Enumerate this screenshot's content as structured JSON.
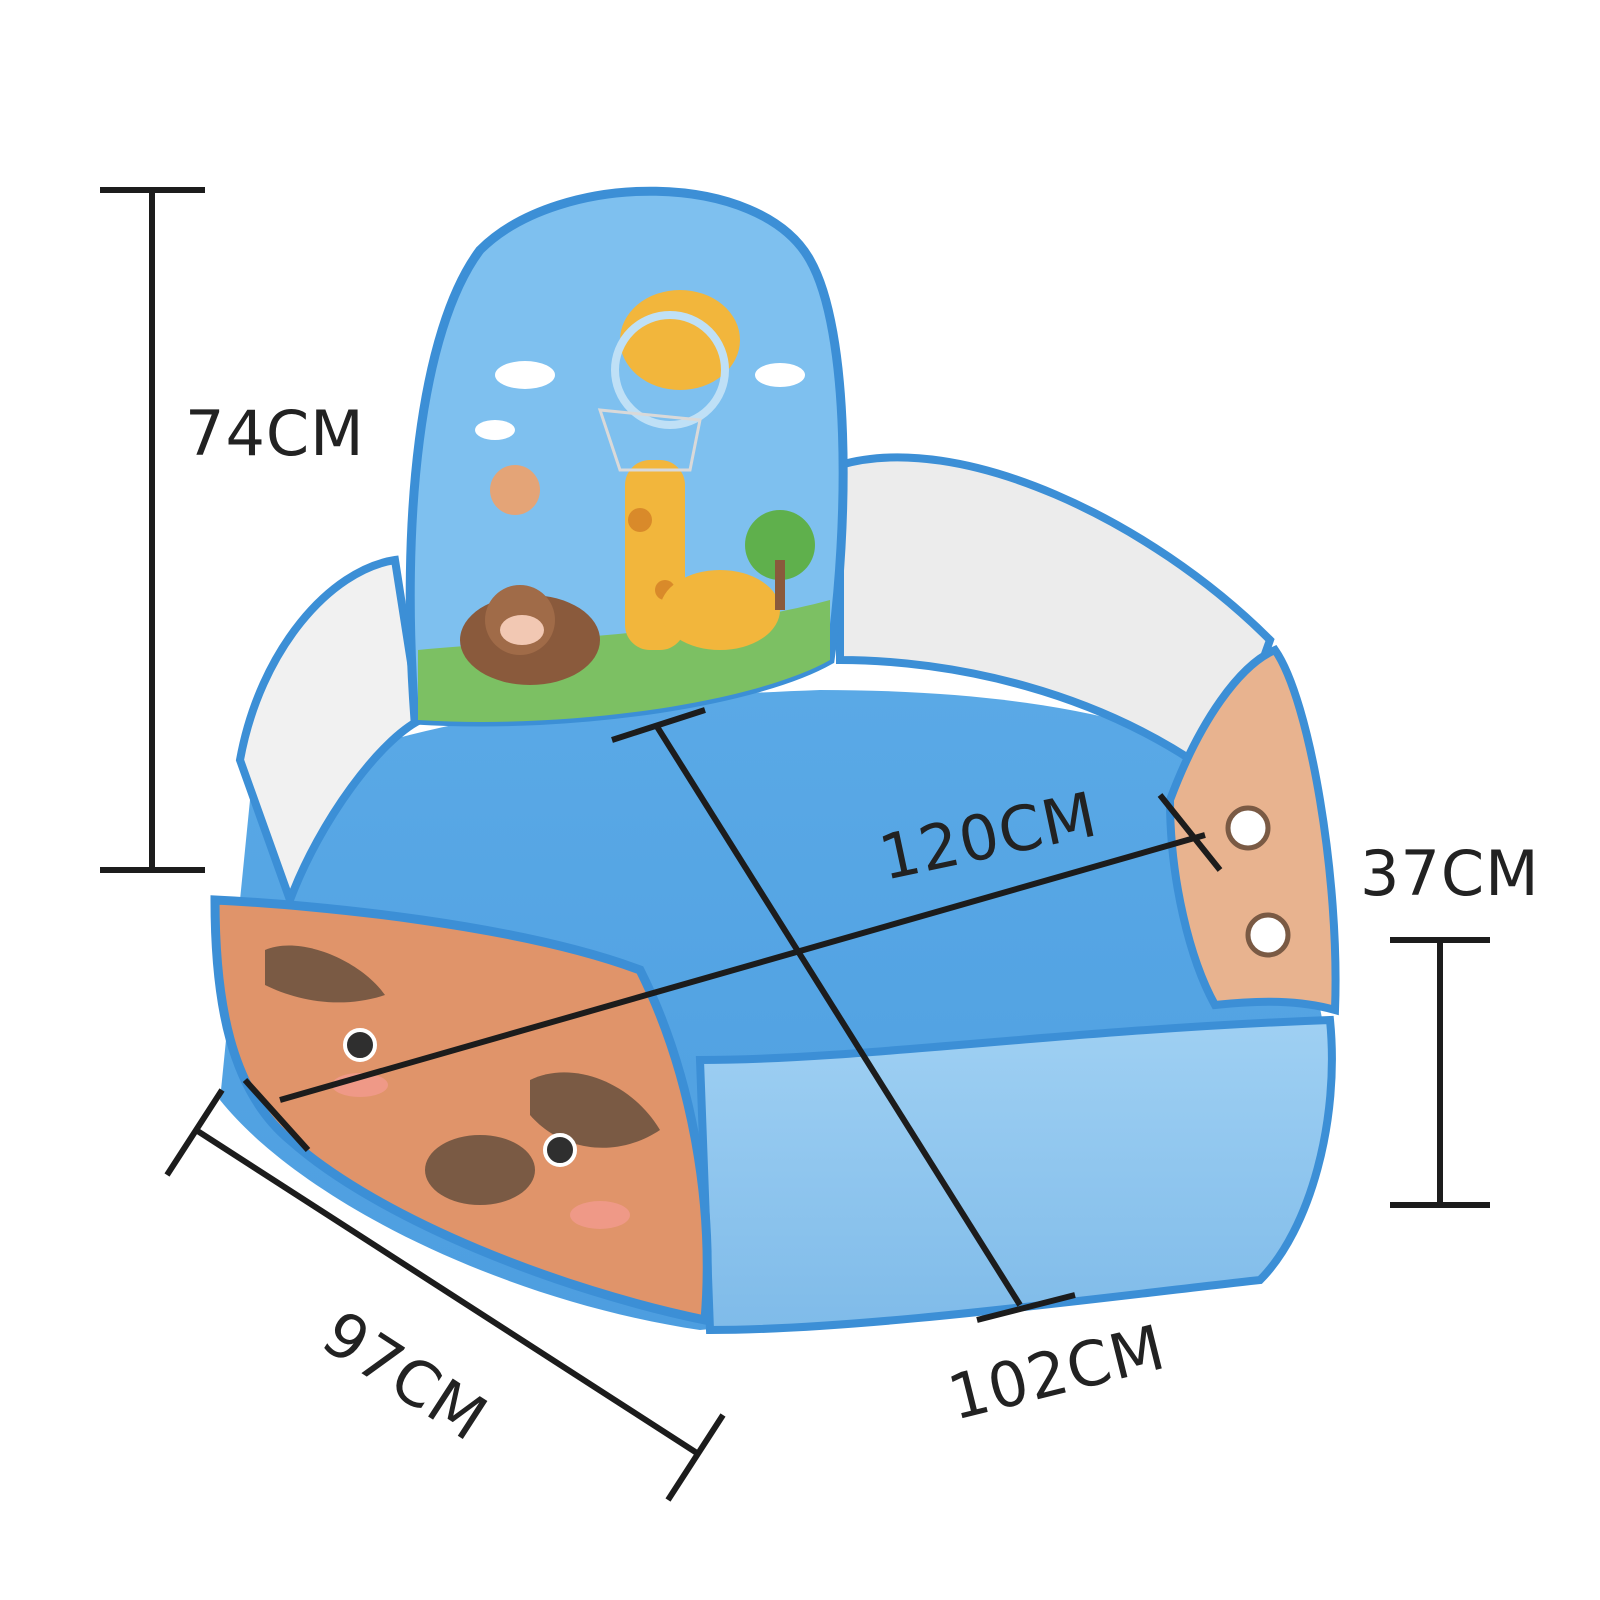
{
  "product": {
    "image_alt": "Blue pop-up ball pit play tent with basketball hoop, giraffe and monkey print, dog and cat faces on the sides"
  },
  "dimensions": {
    "height_total": "74CM",
    "height_side": "37CM",
    "diagonal_long": "120CM",
    "width_side": "97CM",
    "depth_side": "102CM"
  },
  "colors": {
    "tent_blue": "#5aa9e6",
    "tent_blue_light": "#86c3f0",
    "tent_trim": "#3c8fd6",
    "dog_panel": "#e0946a",
    "cat_panel": "#e8b38f",
    "dimension_line": "#1c1c1c"
  }
}
